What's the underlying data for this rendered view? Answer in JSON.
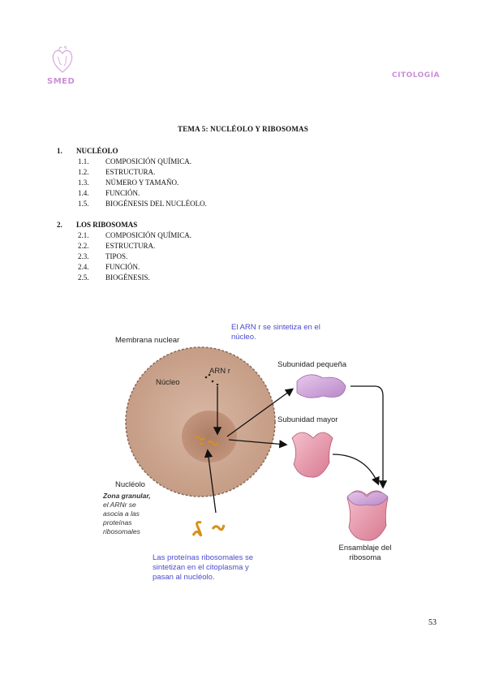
{
  "header": {
    "logo_text": "SMED",
    "section": "CITOLOGÍA"
  },
  "title": "TEMA 5: NUCLÉOLO Y RIBOSOMAS",
  "toc": [
    {
      "num": "1.",
      "label": "NUCLÉOLO",
      "items": [
        {
          "num": "1.1.",
          "label": "COMPOSICIÓN QUÍMICA."
        },
        {
          "num": "1.2.",
          "label": "ESTRUCTURA."
        },
        {
          "num": "1.3.",
          "label": "NÚMERO Y TAMAÑO."
        },
        {
          "num": "1.4.",
          "label": "FUNCIÓN."
        },
        {
          "num": "1.5.",
          "label": "BIOGÉNESIS DEL NUCLÉOLO."
        }
      ]
    },
    {
      "num": "2.",
      "label": "LOS RIBOSOMAS",
      "items": [
        {
          "num": "2.1.",
          "label": "COMPOSICIÓN QUÍMICA."
        },
        {
          "num": "2.2.",
          "label": "ESTRUCTURA."
        },
        {
          "num": "2.3.",
          "label": "TIPOS."
        },
        {
          "num": "2.4.",
          "label": "FUNCIÓN."
        },
        {
          "num": "2.5.",
          "label": "BIOGÉNESIS."
        }
      ]
    }
  ],
  "figure": {
    "membrana": "Membrana nuclear",
    "nucleo": "Núcleo",
    "arn": "ARN r",
    "arn_note": [
      "El ARN r se sintetiza en el",
      "núcleo."
    ],
    "subunidad_pequena": "Subunidad pequeña",
    "subunidad_mayor": "Subunidad mayor",
    "nucleolo": "Nucléolo",
    "zona_bold": "Zona granular,",
    "zona_lines": [
      "el ARNr se",
      "asocia a las",
      "proteínas",
      "ribosomales"
    ],
    "proteinas_note": [
      "Las proteínas ribosomales se",
      "sintetizan en el citoplasma y",
      "pasan al nucléolo."
    ],
    "ensamblaje": [
      "Ensamblaje del",
      "ribosoma"
    ]
  },
  "page_number": "53"
}
